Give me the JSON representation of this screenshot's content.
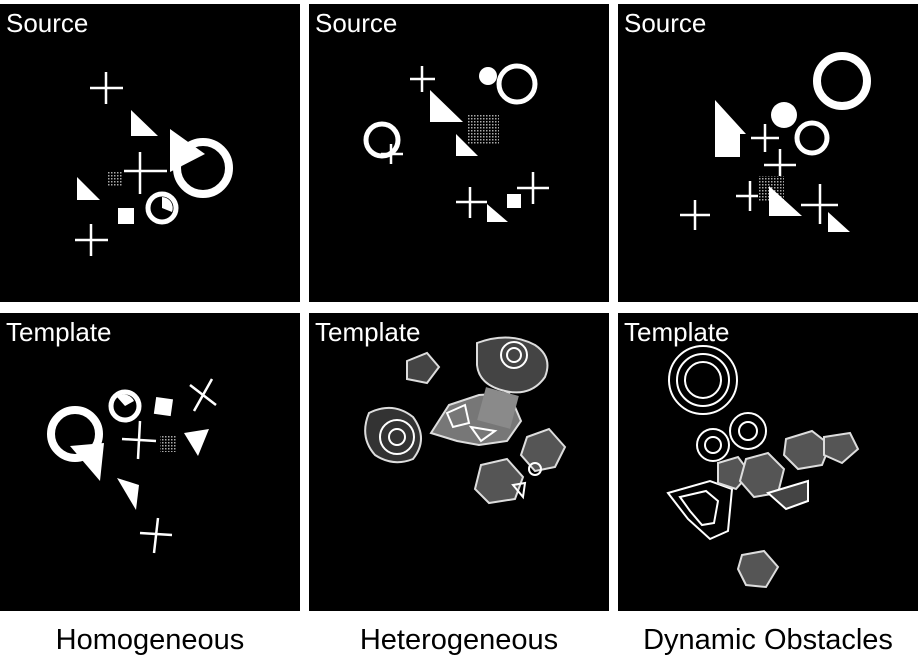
{
  "rows": {
    "source_label": "Source",
    "template_label": "Template"
  },
  "columns": [
    {
      "caption": "Homogeneous"
    },
    {
      "caption": "Heterogeneous"
    },
    {
      "caption": "Dynamic Obstacles"
    }
  ],
  "colors": {
    "panel_background": "#000000",
    "shape_fill": "#ffffff",
    "page_background": "#ffffff"
  }
}
